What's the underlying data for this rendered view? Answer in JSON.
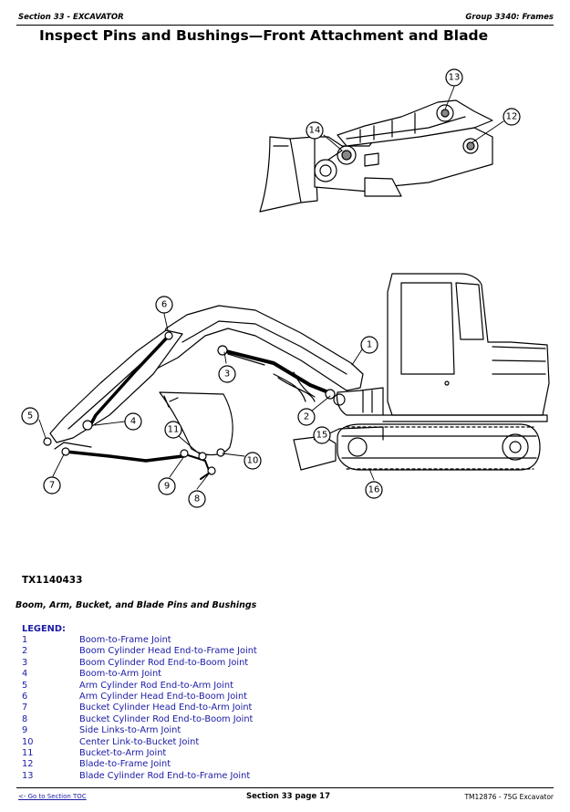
{
  "header": {
    "left": "Section 33 - EXCAVATOR",
    "right": "Group 3340: Frames"
  },
  "title": "Inspect Pins and Bushings—Front Attachment and Blade",
  "figure": {
    "id": "TX1140433",
    "caption": "Boom, Arm, Bucket, and Blade Pins and Bushings",
    "callouts": [
      "1",
      "2",
      "3",
      "4",
      "5",
      "6",
      "7",
      "8",
      "9",
      "10",
      "11",
      "12",
      "13",
      "14",
      "15",
      "16"
    ]
  },
  "legend": {
    "title": "LEGEND:",
    "items": [
      {
        "num": "1",
        "text": "Boom-to-Frame Joint"
      },
      {
        "num": "2",
        "text": "Boom Cylinder Head End-to-Frame Joint"
      },
      {
        "num": "3",
        "text": "Boom Cylinder Rod End-to-Boom Joint"
      },
      {
        "num": "4",
        "text": "Boom-to-Arm Joint"
      },
      {
        "num": "5",
        "text": "Arm Cylinder Rod End-to-Arm Joint"
      },
      {
        "num": "6",
        "text": "Arm Cylinder Head End-to-Boom Joint"
      },
      {
        "num": "7",
        "text": "Bucket Cylinder Head End-to-Arm Joint"
      },
      {
        "num": "8",
        "text": "Bucket Cylinder Rod End-to-Boom Joint"
      },
      {
        "num": "9",
        "text": "Side Links-to-Arm Joint"
      },
      {
        "num": "10",
        "text": "Center Link-to-Bucket Joint"
      },
      {
        "num": "11",
        "text": "Bucket-to-Arm Joint"
      },
      {
        "num": "12",
        "text": "Blade-to-Frame Joint"
      },
      {
        "num": "13",
        "text": "Blade Cylinder Rod End-to-Frame Joint"
      }
    ]
  },
  "footer": {
    "toc_link": "<- Go to Section TOC",
    "page_label": "Section 33 page 17",
    "doc_id": "TM12876 - 75G Excavator"
  }
}
